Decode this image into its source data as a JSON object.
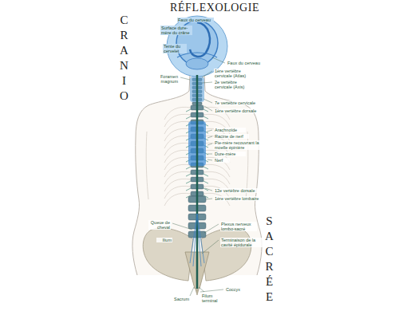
{
  "diagram": {
    "title": "RÉFLEXOLOGIE",
    "labels": [
      "CRANIO",
      "Faux du cerveau",
      "Surface dure-mère du crâne",
      "Tente du cervelet",
      "Foramen magnum",
      "Faux du cerveau",
      "1ère vertèbre cervicale (Atlas)",
      "2e vertèbre cervicale (Axis)",
      "7e vertèbre cervicale",
      "1ère vertèbre dorsale",
      "Arachnoïde",
      "Racine de nerf",
      "Pie-mère recouvrant la moelle épinière",
      "Dure-mère",
      "Nerf",
      "12e vertèbre dorsale",
      "1ère vertèbre lombaire",
      "Queue de cheval",
      "Plexus nerveux lombo-sacré",
      "Ilium",
      "Terminaison de la cavité épidurale",
      "Coccyx",
      "Filum terminal",
      "Sacrum",
      "SACRÉE"
    ]
  }
}
